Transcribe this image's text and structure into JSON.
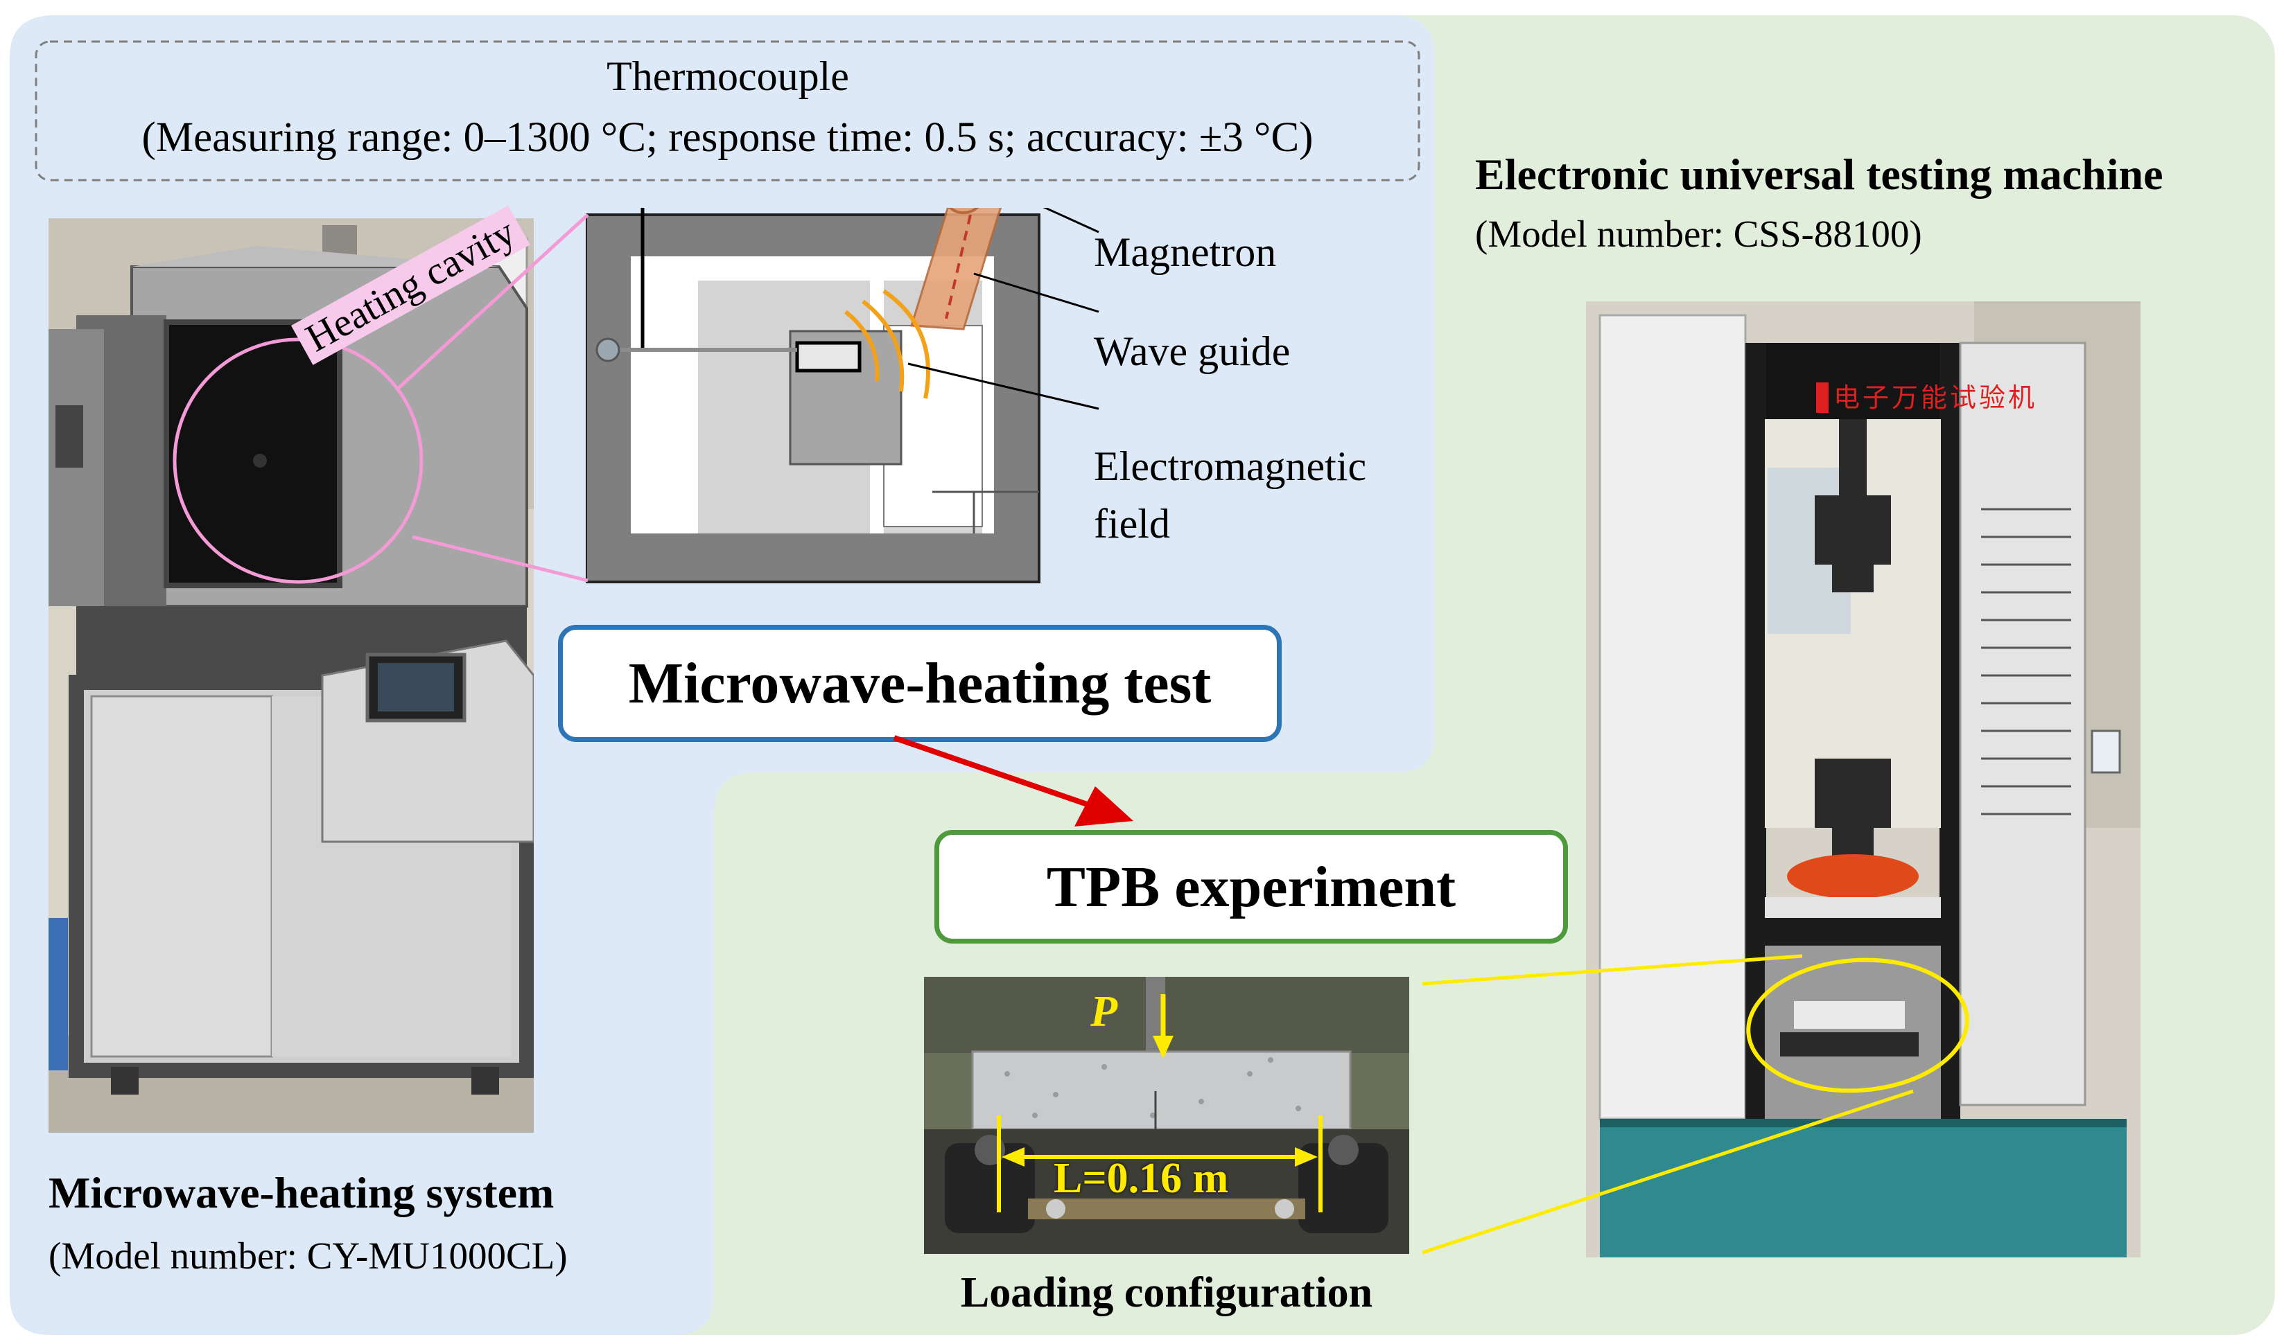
{
  "thermocouple": {
    "title": "Thermocouple",
    "spec": "(Measuring range: 0–1300 °C; response time: 0.5 s; accuracy: ±3 °C)"
  },
  "heating_cavity_label": "Heating cavity",
  "schematic_labels": {
    "magnetron": "Magnetron",
    "wave_guide": "Wave guide",
    "em_field_line1": "Electromagnetic",
    "em_field_line2": "field"
  },
  "microwave_test_label": "Microwave-heating test",
  "tpb_label": "TPB experiment",
  "microwave_system": {
    "name": "Microwave-heating system",
    "model": "(Model number: CY-MU1000CL)"
  },
  "testing_machine": {
    "name": "Electronic universal testing machine",
    "model": "(Model number: CSS-88100)",
    "panel_text": "电子万能试验机"
  },
  "loading": {
    "caption": "Loading configuration",
    "load_symbol": "P",
    "span_label": "L=0.16 m"
  },
  "colors": {
    "blue_panel": "#dde9f6",
    "green_panel": "#e1eedb",
    "blue_border": "#2e75b6",
    "green_border": "#4e9a3c",
    "pink": "#f49ad6",
    "yellow": "#ffeb00",
    "red_arrow": "#e00000"
  }
}
